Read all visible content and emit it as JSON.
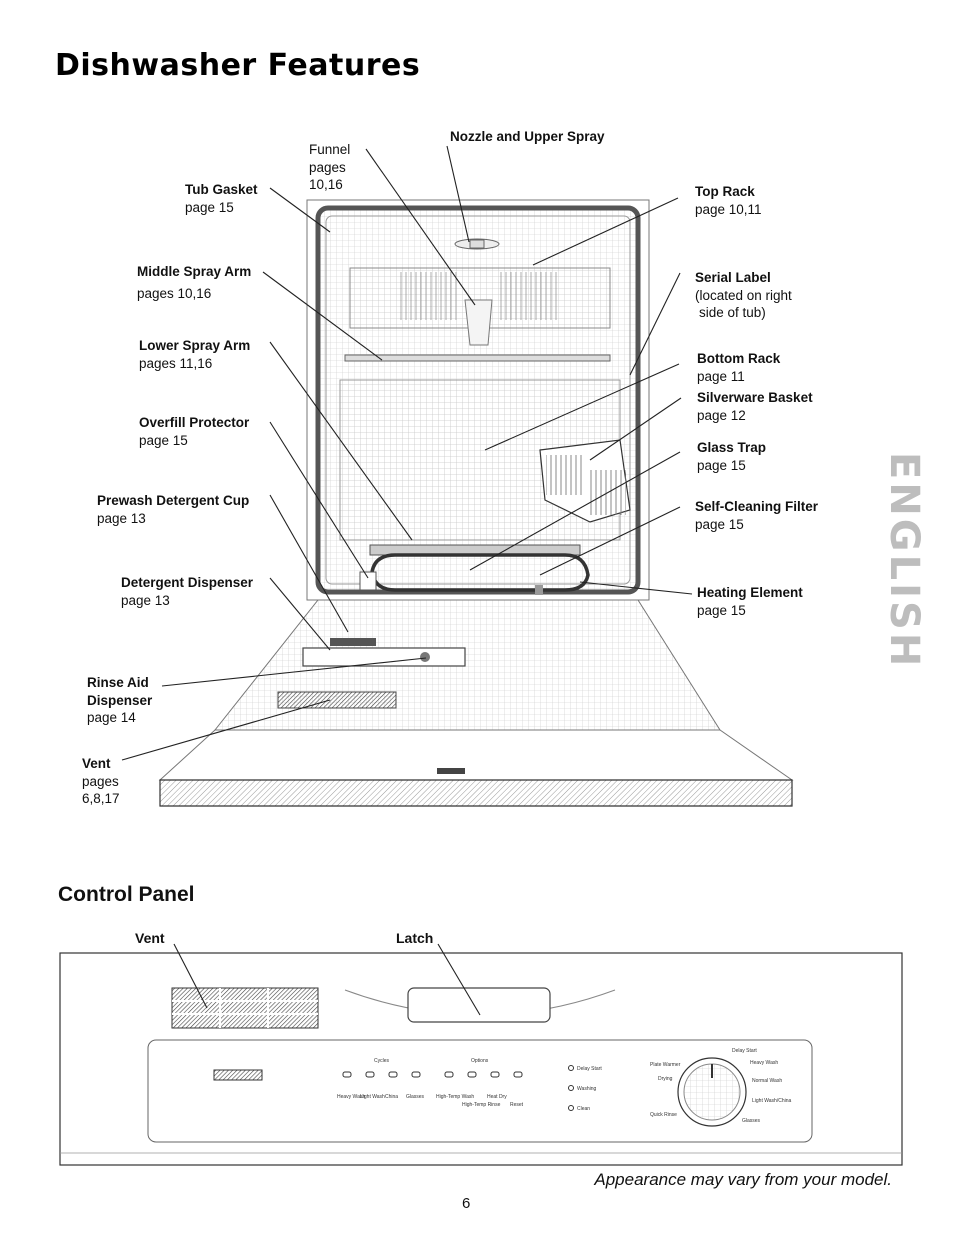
{
  "page": {
    "title": "Dishwasher Features",
    "section_label": "ENGLISH",
    "page_number": "6",
    "disclaimer": "Appearance may vary from your model."
  },
  "features_left": [
    {
      "name": "Tub Gasket",
      "page": "page 15"
    },
    {
      "name": "Middle Spray Arm",
      "page": "pages 10,16"
    },
    {
      "name": "Lower Spray Arm",
      "page": "pages 11,16"
    },
    {
      "name": "Overfill Protector",
      "page": "page 15"
    },
    {
      "name": "Prewash Detergent Cup",
      "page": "page 13"
    },
    {
      "name": "Detergent Dispenser",
      "page": "page 13"
    },
    {
      "name": "Rinse Aid",
      "name2": "Dispenser",
      "page": "page 14"
    },
    {
      "name": "Vent",
      "page": "pages",
      "page2": "6,8,17"
    }
  ],
  "features_top": [
    {
      "name": "Funnel",
      "page": "pages",
      "page2": "10,16"
    },
    {
      "name": "Nozzle and Upper Spray"
    }
  ],
  "features_right": [
    {
      "name": "Top Rack",
      "page": "page 10,11"
    },
    {
      "name": "Serial Label",
      "note1": "(located on right",
      "note2": "side of tub)"
    },
    {
      "name": "Bottom Rack",
      "page": "page 11"
    },
    {
      "name": "Silverware Basket",
      "page": "page 12"
    },
    {
      "name": "Glass Trap",
      "page": "page 15"
    },
    {
      "name": "Self-Cleaning Filter",
      "page": "page 15"
    },
    {
      "name": "Heating Element",
      "page": "page 15"
    }
  ],
  "control_panel": {
    "heading": "Control Panel",
    "vent_label": "Vent",
    "latch_label": "Latch",
    "cycles_label": "Cycles",
    "options_label": "Options",
    "buttons": [
      "Heavy Wash",
      "Light Wash",
      "China",
      "Glasses",
      "High-Temp Wash",
      "High-Temp Rinse",
      "Heat Dry",
      "Reset"
    ],
    "status_lights": [
      "Delay Start",
      "Washing",
      "Clean"
    ],
    "dial_labels": [
      "Delay Start",
      "Heavy Wash",
      "Normal Wash",
      "Light Wash/China",
      "Glasses",
      "Quick Rinse",
      "Drying",
      "Plate Warmer"
    ]
  }
}
